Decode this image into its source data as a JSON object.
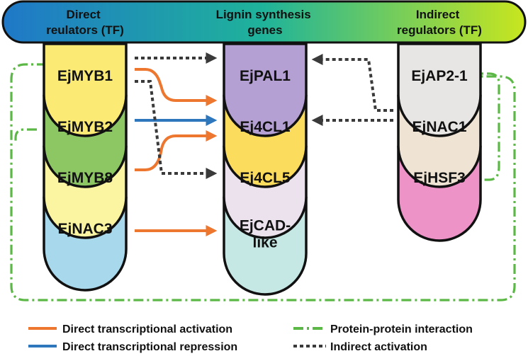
{
  "header": {
    "left_label": [
      "Direct",
      "reulators (TF)"
    ],
    "center_label": [
      "Lignin synthesis",
      "genes"
    ],
    "right_label": [
      "Indirect",
      "regulators (TF)"
    ],
    "gradient_colors": [
      "#1f78c8",
      "#1fb39a",
      "#c8e61e"
    ]
  },
  "direct_regulators": [
    {
      "label": "EjMYB1",
      "color": "#fbeb74"
    },
    {
      "label": "EjMYB2",
      "color": "#8dc764"
    },
    {
      "label": "EjMYB8",
      "color": "#fbf4a0"
    },
    {
      "label": "EjNAC3",
      "color": "#a7d8ec"
    }
  ],
  "lignin_genes": [
    {
      "label": "EjPAL1",
      "color": "#b5a0d4"
    },
    {
      "label": "Ej4CL1",
      "color": "#fbdc5c"
    },
    {
      "label": "Ej4CL5",
      "color": "#ece2ee"
    },
    {
      "label": [
        "EjCAD-",
        "like"
      ],
      "color": "#c6e8e4"
    }
  ],
  "indirect_regulators": [
    {
      "label": "EjAP2-1",
      "color": "#e8e6e4"
    },
    {
      "label": "EjNAC1",
      "color": "#efe4d4"
    },
    {
      "label": "EjHSF3",
      "color": "#ee93c8"
    }
  ],
  "colors": {
    "activation": "#ee7730",
    "repression": "#2e77bd",
    "ppi": "#5cb846",
    "indirect": "#3a3a3a"
  },
  "legend": {
    "direct_activation": "Direct  transcriptional activation",
    "direct_repression": "Direct  transcriptional repression",
    "ppi": "Protein-protein interaction",
    "indirect": "Indirect  activation"
  }
}
